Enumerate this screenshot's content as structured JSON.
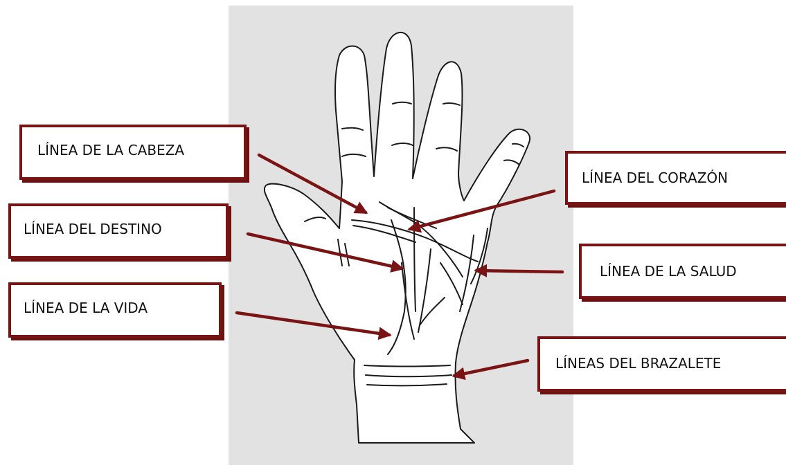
{
  "labels": {
    "cabeza": "LÍNEA DE LA CABEZA",
    "destino": "LÍNEA DEL DESTINO",
    "vida": "LÍNEA DE LA VIDA",
    "corazon": "LÍNEA DEL CORAZÓN",
    "salud": "LÍNEA DE LA SALUD",
    "brazalete": "LÍNEAS DEL BRAZALETE"
  },
  "colors": {
    "arrow": "#7a1414",
    "box_border": "#7a1414",
    "panel_background": "#e2e2e2",
    "hand_ink": "#1a1a1a"
  }
}
